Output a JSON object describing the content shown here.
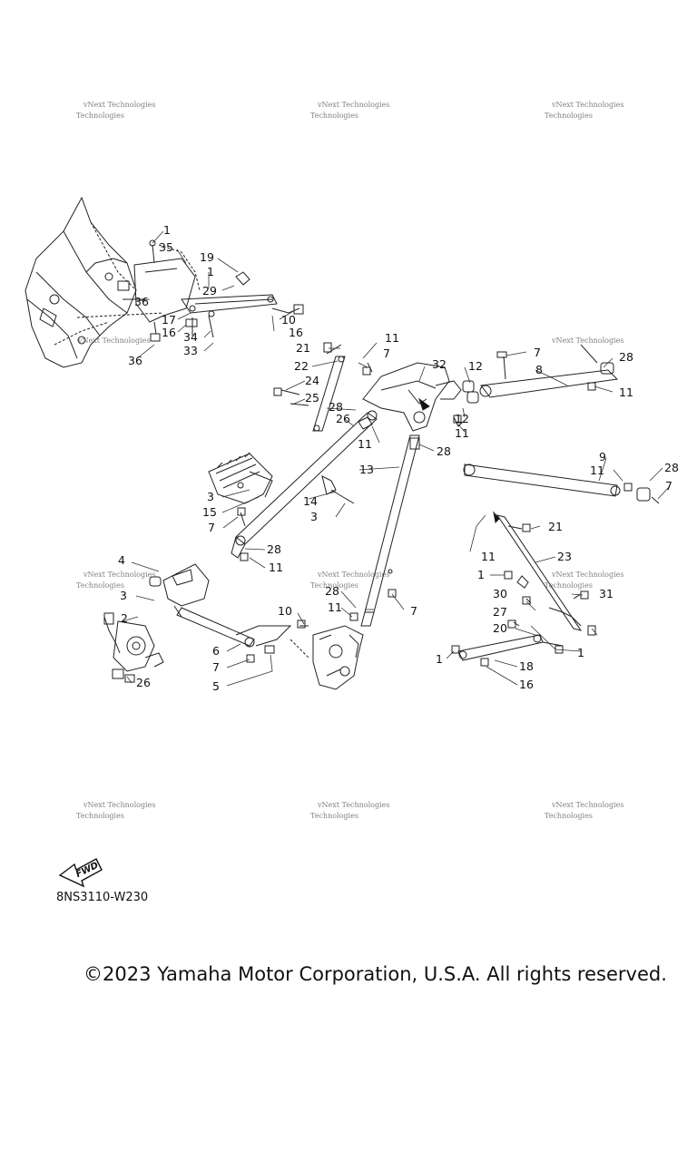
{
  "watermark": {
    "line1": "vNext Technologies",
    "line2": "Technologies"
  },
  "fwd_badge": "FWD",
  "part_code": "8NS3110-W230",
  "copyright": "©2023 Yamaha Motor Corporation, U.S.A. All rights reserved.",
  "callouts": [
    "1",
    "35",
    "19",
    "1",
    "29",
    "36",
    "17",
    "16",
    "34",
    "33",
    "36",
    "10",
    "16",
    "21",
    "11",
    "7",
    "22",
    "24",
    "25",
    "28",
    "26",
    "32",
    "12",
    "12",
    "11",
    "7",
    "28",
    "8",
    "11",
    "11",
    "28",
    "13",
    "9",
    "11",
    "28",
    "7",
    "3",
    "15",
    "7",
    "14",
    "3",
    "28",
    "11",
    "21",
    "4",
    "3",
    "2",
    "6",
    "7",
    "5",
    "26",
    "10",
    "28",
    "11",
    "7",
    "11",
    "1",
    "23",
    "30",
    "31",
    "27",
    "20",
    "1",
    "1",
    "18",
    "16"
  ]
}
